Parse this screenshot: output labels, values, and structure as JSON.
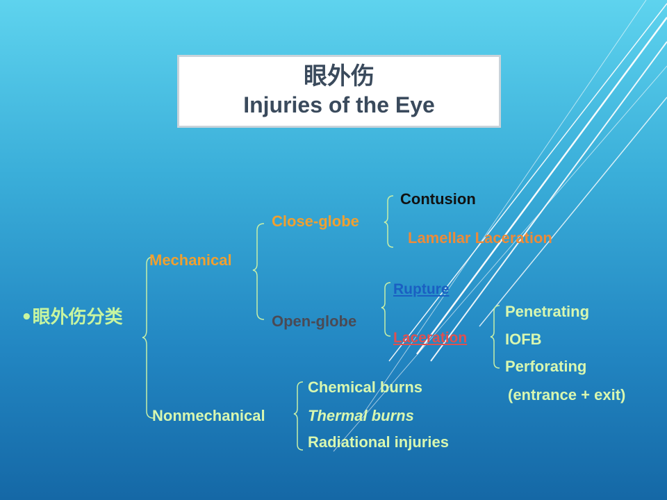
{
  "title": {
    "cn": "眼外伤",
    "en": "Injuries of the Eye"
  },
  "diagram": {
    "root": "•眼外伤分类",
    "mechanical": "Mechanical",
    "nonmechanical": "Nonmechanical",
    "close_globe": "Close-globe",
    "open_globe": "Open-globe",
    "contusion": "Contusion",
    "lamellar": "Lamellar Laceration",
    "rupture": "Rupture",
    "laceration": "Laceration",
    "penetrating": "Penetrating",
    "iofb": "IOFB",
    "perforating": "Perforating",
    "perforating_note": "(entrance + exit)",
    "chemical": "Chemical burns",
    "thermal": "Thermal burns",
    "radiational": "Radiational injuries"
  }
}
